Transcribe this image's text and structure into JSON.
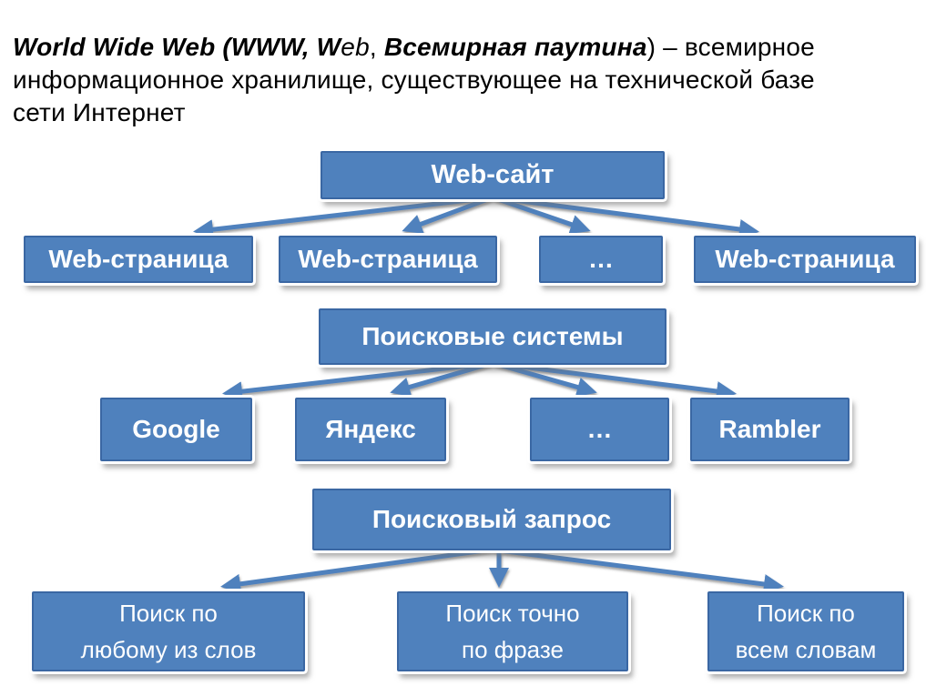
{
  "colors": {
    "background": "#ffffff",
    "title_text": "#000000",
    "box_fill": "#4f81bd",
    "box_border": "#3a67a3",
    "box_text": "#ffffff",
    "arrow": "#4f81bd"
  },
  "title": {
    "seg1_bold_italic": "World Wide Web (WWW, W",
    "seg2_italic": "eb",
    "seg3": ", ",
    "seg4_bold_italic": "Всемирная паутина",
    "seg5_line1_tail": ") – всемирное",
    "line2": "информационное хранилище, существующее на технической базе",
    "line3": "сети Интернет"
  },
  "nodes": {
    "website": "Web-сайт",
    "webpage": "Web-страница",
    "ellipsis": "…",
    "search_systems": "Поисковые системы",
    "google": "Google",
    "yandex": "Яндекс",
    "rambler": "Rambler",
    "search_query": "Поисковый запрос",
    "search_any_line1": "Поиск по",
    "search_any_line2": "любому из слов",
    "search_phrase_line1": "Поиск точно",
    "search_phrase_line2": "по фразе",
    "search_all_line1": "Поиск по",
    "search_all_line2": "всем словам"
  }
}
